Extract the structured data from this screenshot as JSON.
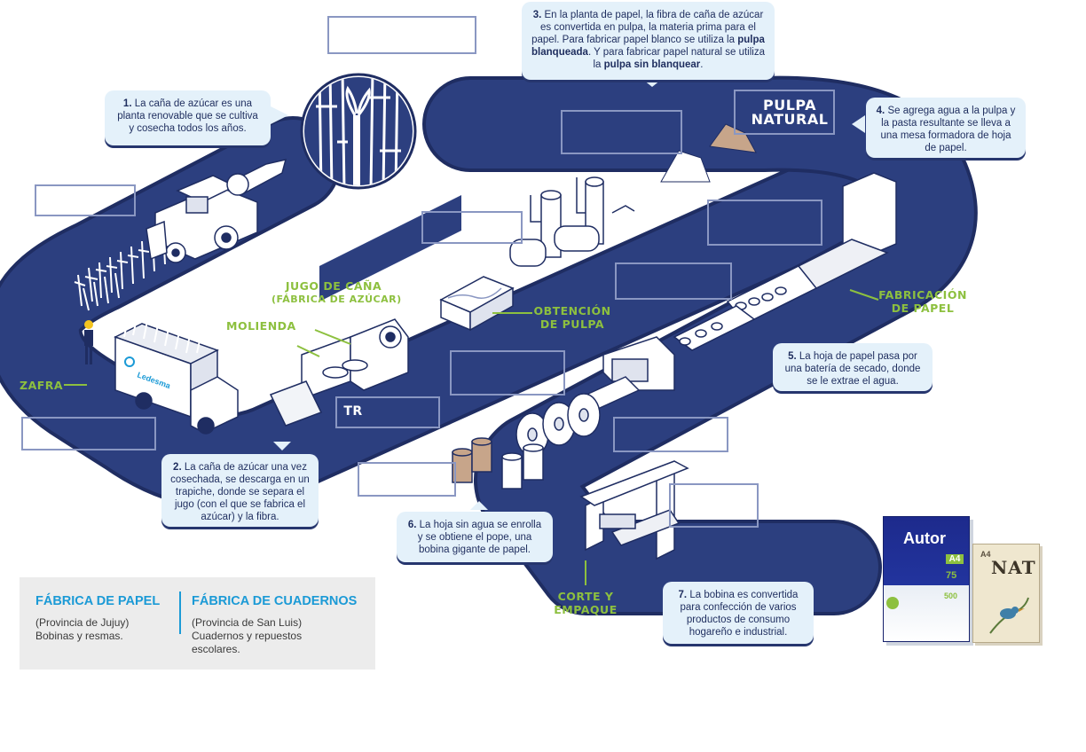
{
  "labels": {
    "zafra": "ZAFRA",
    "molienda": "MOLIENDA",
    "jugo": "JUGO DE CAÑA",
    "jugo_sub": "(FÁBRICA DE AZÚCAR)",
    "obtencion": "OBTENCIÓN",
    "obtencion_2": "DE PULPA",
    "fabricacion": "FABRICACIÓN",
    "fabricacion_2": "DE PAPEL",
    "corte": "CORTE Y",
    "corte_2": "EMPAQUE",
    "pulpa": "PULPA",
    "pulpa_2": "NATURAL",
    "tr_partial": "TR",
    "truck_brand": "Ledesma"
  },
  "steps": {
    "s1_num": "1.",
    "s1_text": "La caña de azúcar es una planta renovable que se cultiva y cosecha todos los años.",
    "s2_num": "2.",
    "s2_text": "La caña de azúcar una vez cosechada, se descarga en un trapiche, donde se separa el jugo (con el que se fabrica el azúcar) y la fibra.",
    "s3_num": "3.",
    "s3_a": "En la planta de papel, la fibra de caña de azúcar es convertida en pulpa, la materia prima para el papel. Para fabricar papel blanco se utiliza la",
    "s3_b": "pulpa blanqueada",
    "s3_c": ". Y para fabricar papel natural se utiliza la",
    "s3_d": "pulpa sin blanquear",
    "s3_e": ".",
    "s4_num": "4.",
    "s4_text": "Se agrega agua a la pulpa y la pasta resultante se lleva a una mesa formadora de hoja de papel.",
    "s5_num": "5.",
    "s5_text": "La hoja de papel pasa por una batería de secado, donde se le extrae el agua.",
    "s6_num": "6.",
    "s6_text": "La hoja sin agua se enrolla y se obtiene el pope, una bobina gigante de papel.",
    "s7_num": "7.",
    "s7_text": "La bobina es convertida para confección de varios productos de consumo hogareño e industrial."
  },
  "legend": {
    "left_title": "FÁBRICA DE PAPEL",
    "left_l1": "(Provincia de Jujuy)",
    "left_l2": "Bobinas y resmas.",
    "right_title": "FÁBRICA DE CUADERNOS",
    "right_l1": "(Provincia de San Luis)",
    "right_l2": "Cuadernos y repuestos",
    "right_l3": "escolares."
  },
  "products": {
    "autor": "Autor",
    "autor_a4": "A4",
    "autor_75": "75",
    "autor_500": "500",
    "nat": "NAT",
    "nat_a4": "A4"
  },
  "colors": {
    "road": "#2c3f7f",
    "road_border": "#1f2d62",
    "accent_green": "#8dc03f",
    "legend_blue": "#1b9ad6",
    "bubble_bg": "#e4f1fa",
    "empty_box": "#8a97c2"
  }
}
